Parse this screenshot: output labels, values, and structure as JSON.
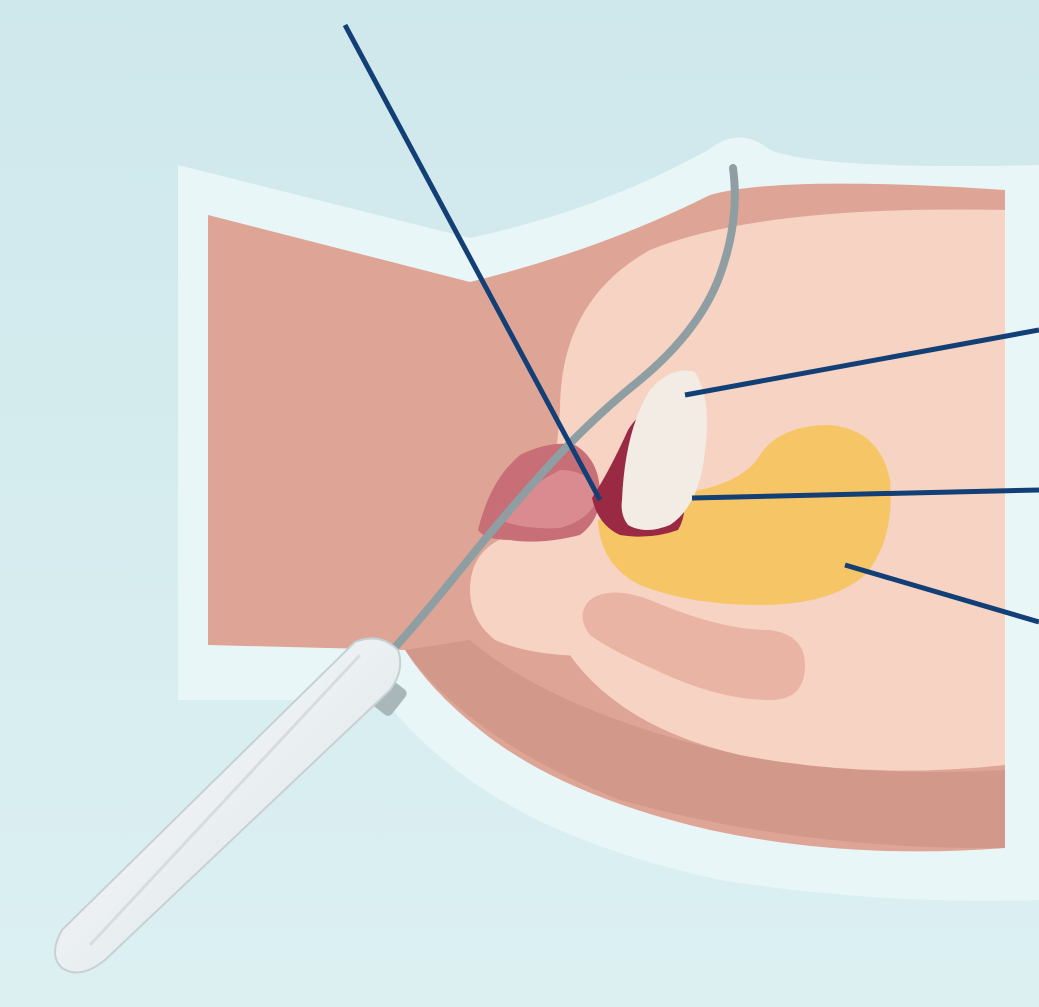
{
  "diagram": {
    "labels": [],
    "colors": {
      "background_top": "#cfe8ec",
      "background_bottom": "#dcf0f2",
      "outline": "#e9f6f8",
      "skin": "#dea596",
      "skin_dark": "#c98e80",
      "tissue_light": "#f6d3c2",
      "tissue_mid": "#eab4a4",
      "vaginal_opening": "#c86e76",
      "cervix_dark": "#9a2a44",
      "pregnancy_tissue": "#f2ece4",
      "fluid": "#f6c666",
      "instrument_steel": "#8e9ea2",
      "instrument_handle": "#eef2f4",
      "leader_line": "#123f76"
    },
    "parts": [
      {
        "name": "cannula-instrument"
      },
      {
        "name": "pregnancy-tissue"
      },
      {
        "name": "uterine-lining"
      },
      {
        "name": "amniotic-fluid"
      },
      {
        "name": "cervix"
      }
    ],
    "leader_lines": 4
  }
}
